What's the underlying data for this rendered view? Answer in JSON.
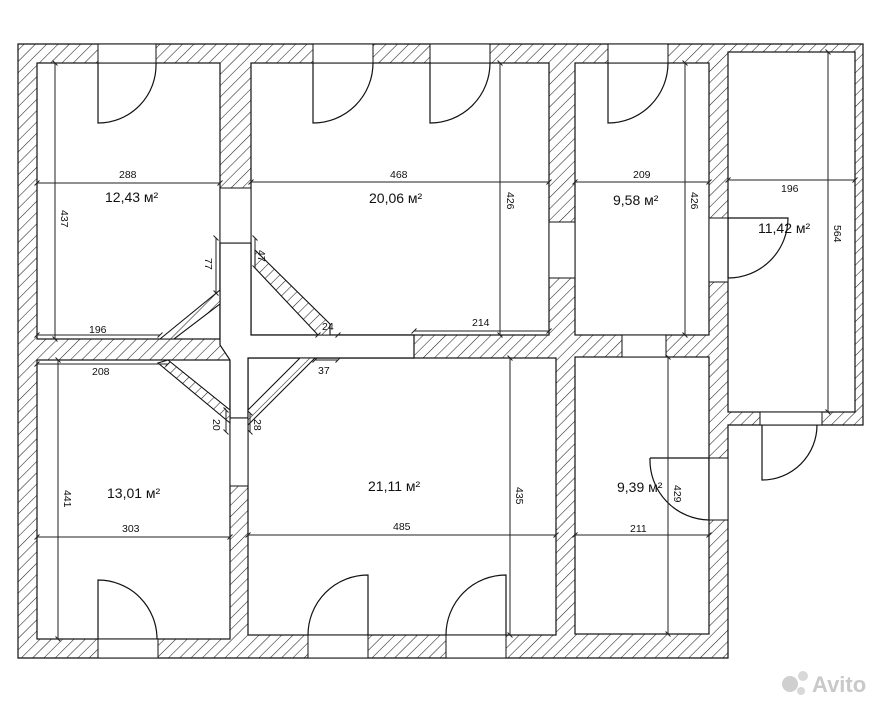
{
  "plan": {
    "rooms": [
      {
        "id": "room-1",
        "area": "12,43 м²",
        "width": "288",
        "height": "437",
        "extra": "196"
      },
      {
        "id": "room-2",
        "area": "20,06 м²",
        "width": "468",
        "height": "426",
        "extra": "214"
      },
      {
        "id": "room-3",
        "area": "9,58 м²",
        "width": "209",
        "height": "426"
      },
      {
        "id": "room-4",
        "area": "11,42 м²",
        "width": "196",
        "height": "564"
      },
      {
        "id": "room-5",
        "area": "13,01 м²",
        "width": "303",
        "height": "441",
        "extra": "208"
      },
      {
        "id": "room-6",
        "area": "21,11 м²",
        "width": "485",
        "height": "435"
      },
      {
        "id": "room-7",
        "area": "9,39 м²",
        "width": "211",
        "height": "429"
      }
    ],
    "hall_dims": [
      "77",
      "47",
      "24",
      "37",
      "20",
      "28"
    ]
  },
  "watermark": {
    "text": "Avito"
  }
}
